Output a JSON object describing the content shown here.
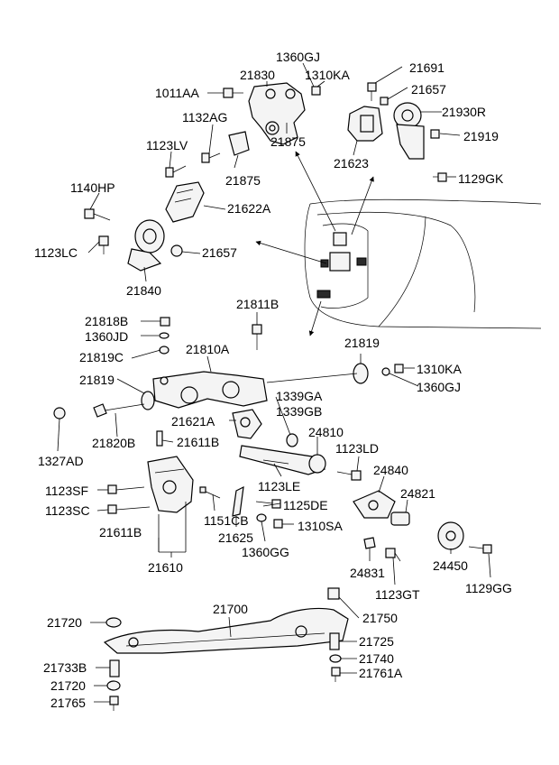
{
  "colors": {
    "ink": "#000000",
    "paper": "#ffffff",
    "part_fill": "#f4f4f4"
  },
  "callouts": {
    "p1360gj_top": "1360GJ",
    "p1310ka_top": "1310KA",
    "p21830": "21830",
    "p21691": "21691",
    "p1011aa": "1011AA",
    "p21657_top": "21657",
    "p1132ag": "1132AG",
    "p21930r": "21930R",
    "p21919": "21919",
    "p21875_right": "21875",
    "p1123lv": "1123LV",
    "p21623": "21623",
    "p21875_left": "21875",
    "p1129gk": "1129GK",
    "p1140hp": "1140HP",
    "p21622a": "21622A",
    "p1123lc": "1123LC",
    "p21657_mid": "21657",
    "p21840": "21840",
    "p21811b": "21811B",
    "p21818b": "21818B",
    "p1360jd": "1360JD",
    "p21810a": "21810A",
    "p21819": "21819",
    "p21819c": "21819C",
    "p21819_left": "21819",
    "p1310ka_mid": "1310KA",
    "p1360gj_mid": "1360GJ",
    "p1339ga": "1339GA",
    "p1339gb": "1339GB",
    "p21621a": "21621A",
    "p24810": "24810",
    "p21611b_top": "21611B",
    "p21820b": "21820B",
    "p1327ad": "1327AD",
    "p1123ld": "1123LD",
    "p24840": "24840",
    "p1123le": "1123LE",
    "p24821": "24821",
    "p1123sf": "1123SF",
    "p1125de": "1125DE",
    "p1123sc": "1123SC",
    "p1151cb": "1151CB",
    "p1310sa": "1310SA",
    "p21625": "21625",
    "p21611b_bottom": "21611B",
    "p1360gg": "1360GG",
    "p24831": "24831",
    "p24450": "24450",
    "p1129gg": "1129GG",
    "p21610": "21610",
    "p1123gt": "1123GT",
    "p21700": "21700",
    "p21750": "21750",
    "p21720_top": "21720",
    "p21725": "21725",
    "p21733b": "21733B",
    "p21740": "21740",
    "p21761a": "21761A",
    "p21720_bottom": "21720",
    "p21765": "21765"
  }
}
